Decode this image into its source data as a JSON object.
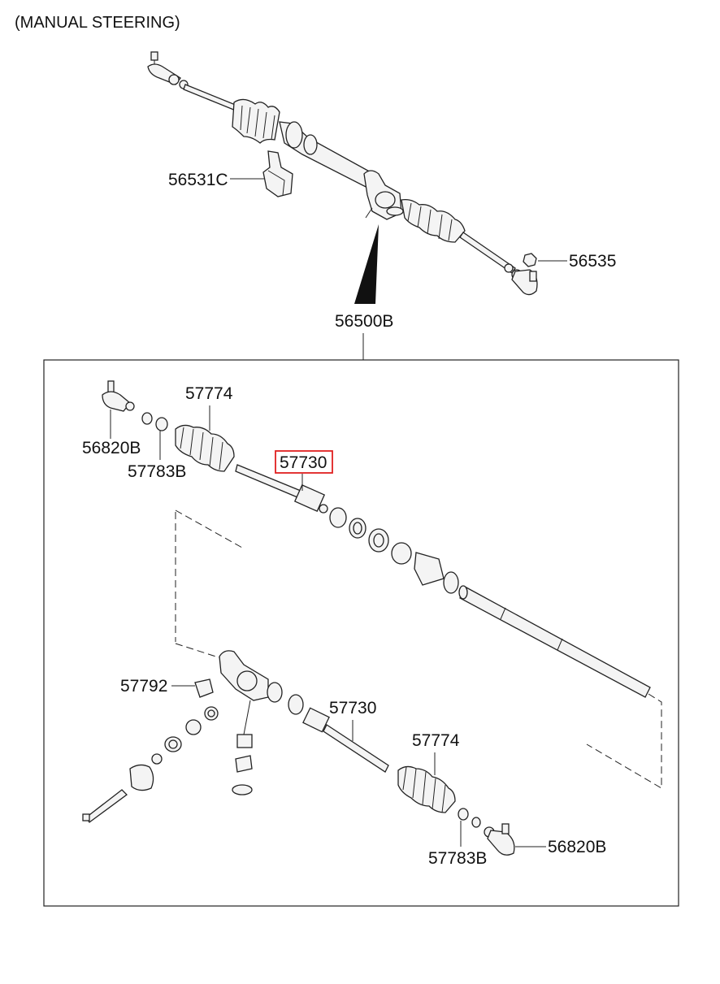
{
  "title": "(MANUAL STEERING)",
  "labels": {
    "bracket_top": "56531C",
    "nut_top": "56535",
    "assembly": "56500B",
    "tie_rod_end_left": "56820B",
    "bellows_left": "57774",
    "nut_left": "57783B",
    "inner_rod_highlighted": "57730",
    "bushing": "57792",
    "inner_rod_lower": "57730",
    "bellows_right": "57774",
    "nut_right": "57783B",
    "tie_rod_end_right": "56820B"
  },
  "highlight_color": "#e02020"
}
